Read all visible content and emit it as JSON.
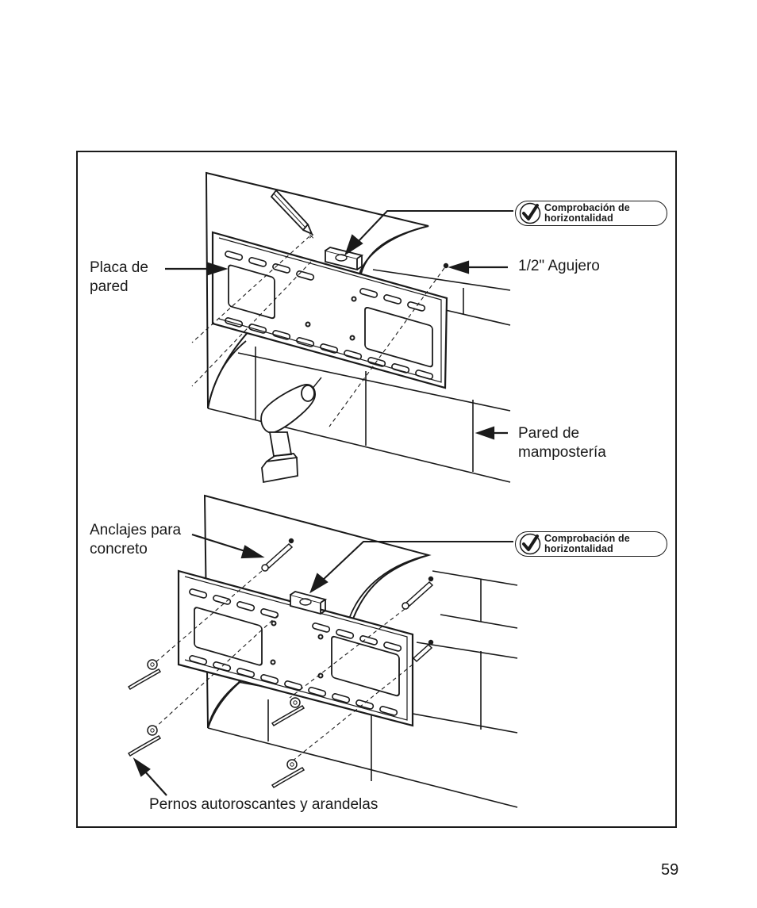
{
  "labels": {
    "wall_plate": [
      "Placa de",
      "pared"
    ],
    "hole": "1/2\" Agujero",
    "masonry_wall": [
      "Pared de",
      "mampostería"
    ],
    "concrete_anchors": [
      "Anclajes para",
      "concreto"
    ],
    "lag_bolts": "Pernos autoroscantes y arandelas"
  },
  "level_badge": [
    "Comprobación de",
    "horizontalidad"
  ],
  "page_number": "59",
  "icons": [
    "check-icon",
    "pencil-icon",
    "drill-icon",
    "bubble-level-icon",
    "anchor-icon",
    "bolt-icon",
    "washer-icon"
  ],
  "colors": {
    "ink": "#1a1a1a",
    "paper": "#ffffff"
  }
}
